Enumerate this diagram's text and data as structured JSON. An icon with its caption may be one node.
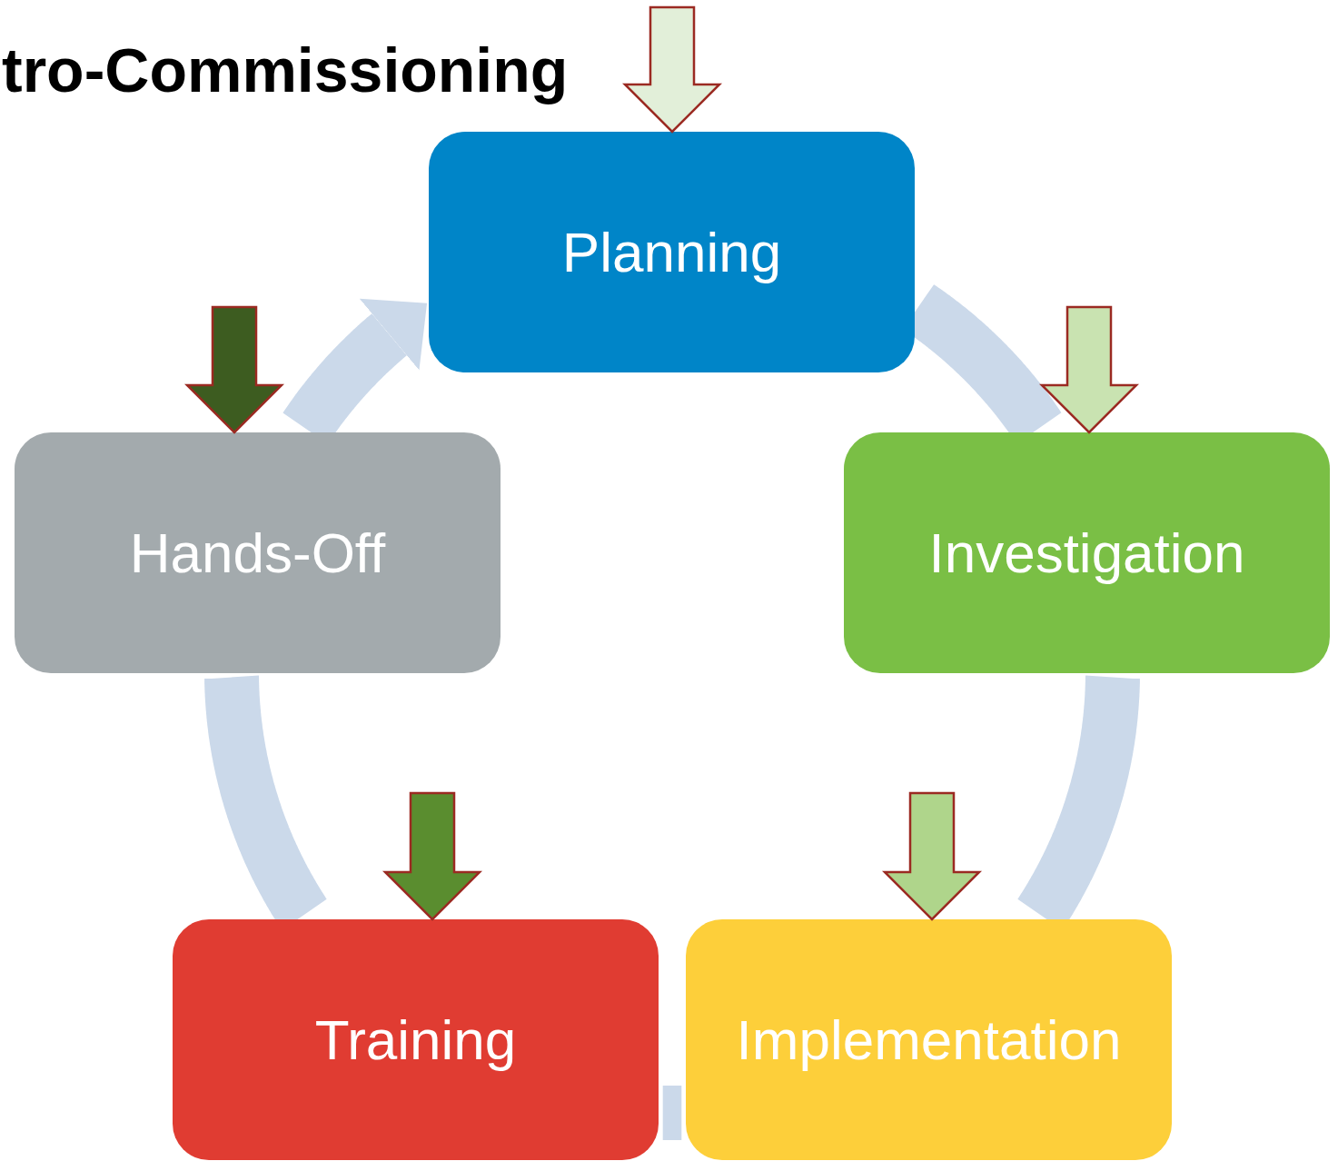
{
  "diagram": {
    "title": "tro-Commissioning",
    "nodes": [
      {
        "text": [
          "Planning"
        ]
      },
      {
        "text": [
          "Investigation"
        ]
      },
      {
        "text": [
          "Implementation"
        ]
      },
      {
        "text": [
          "Training"
        ]
      },
      {
        "text": [
          "Hands-Off"
        ]
      }
    ],
    "edges": [
      {
        "from": 0,
        "to": 1,
        "arrow": "none",
        "color": "#cbd9ea"
      },
      {
        "from": 1,
        "to": 2,
        "arrow": "none",
        "color": "#cbd9ea"
      },
      {
        "from": 2,
        "to": 3,
        "arrow": "none",
        "color": "#cbd9ea"
      },
      {
        "from": 3,
        "to": 4,
        "arrow": "none",
        "color": "#cbd9ea"
      },
      {
        "from": 4,
        "to": 0,
        "arrow": "to",
        "color": "#cbd9ea"
      },
      {
        "from": null,
        "to": 0,
        "arrow": "to",
        "color": "#e2efd9"
      },
      {
        "from": null,
        "to": 1,
        "arrow": "to",
        "color": "#c9e3b1"
      },
      {
        "from": null,
        "to": 2,
        "arrow": "to",
        "color": "#afd58b"
      },
      {
        "from": null,
        "to": 3,
        "arrow": "to",
        "color": "#5a8d2f"
      },
      {
        "from": null,
        "to": 4,
        "arrow": "to",
        "color": "#3d5c20"
      }
    ]
  }
}
